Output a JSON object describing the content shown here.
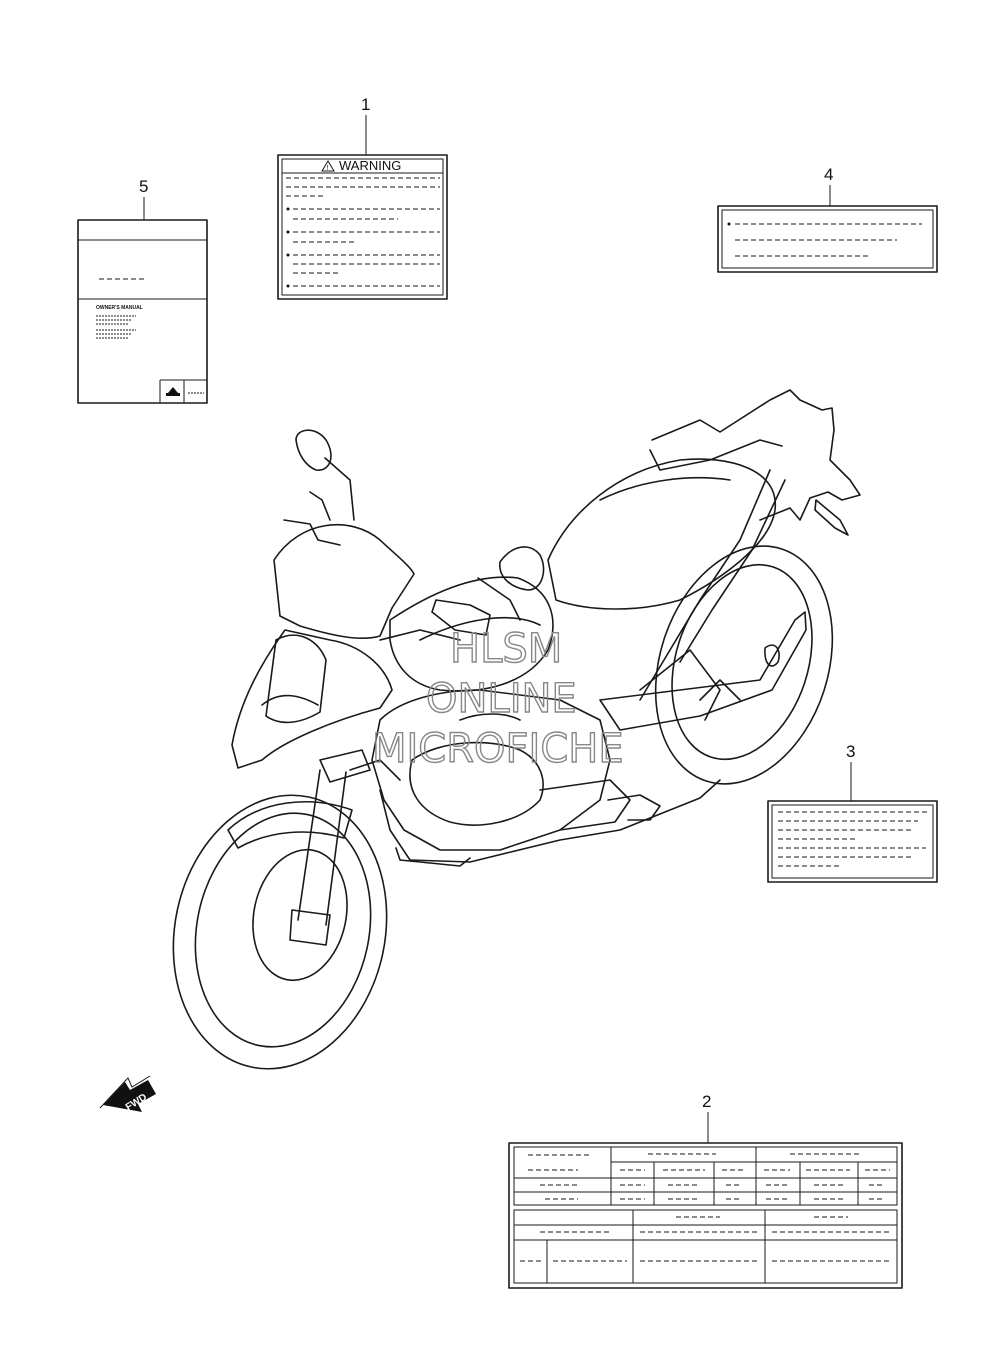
{
  "callouts": {
    "c1": "1",
    "c2": "2",
    "c3": "3",
    "c4": "4",
    "c5": "5"
  },
  "warning_label": {
    "title": "WARNING"
  },
  "manual": {
    "title": "OWNER'S MANUAL"
  },
  "fwd_arrow": {
    "label": "FWD"
  },
  "watermark": {
    "line1": "HLSM",
    "line2": "ONLINE",
    "line3": "MICROFICHE"
  }
}
